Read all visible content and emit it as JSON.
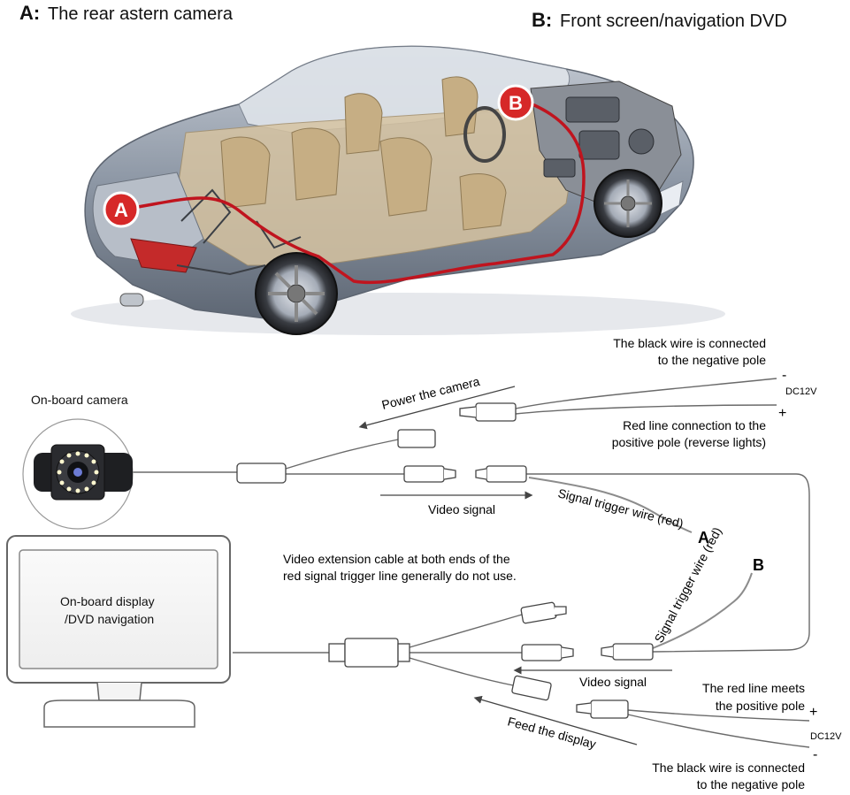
{
  "header": {
    "a_letter": "A:",
    "a_text": "The rear astern camera",
    "b_letter": "B:",
    "b_text": "Front screen/navigation DVD"
  },
  "markers": {
    "a": "A",
    "b": "B"
  },
  "camera": {
    "label": "On-board camera"
  },
  "display": {
    "line1": "On-board display",
    "line2": "/DVD navigation"
  },
  "labels": {
    "power_camera": "Power the camera",
    "video_signal_top": "Video signal",
    "video_signal_bottom": "Video signal",
    "feed_display": "Feed the display",
    "black_wire_top_1": "The black wire is connected",
    "black_wire_top_2": "to the negative pole",
    "red_line_top_1": "Red line connection to the",
    "red_line_top_2": "positive pole (reverse lights)",
    "dc12v_top": "DC12V",
    "minus_top": "-",
    "plus_top": "+",
    "trigger_a": "Signal trigger wire (red)",
    "trigger_b": "Signal trigger wire (red)",
    "letter_a": "A",
    "letter_b": "B",
    "extension_note_1": "Video extension cable at both ends of the",
    "extension_note_2": "red signal trigger line generally do not use.",
    "red_line_bottom_1": "The red line meets",
    "red_line_bottom_2": "the positive pole",
    "black_wire_bottom_1": "The black wire is connected",
    "black_wire_bottom_2": "to the negative pole",
    "dc12v_bottom": "DC12V",
    "plus_bottom": "+",
    "minus_bottom": "-"
  },
  "colors": {
    "marker_red": "#d62828",
    "wire_red": "#c0141e",
    "car_body": "#9aa3b0",
    "interior": "#cdb896",
    "line": "#555555",
    "connector": "#444444"
  }
}
